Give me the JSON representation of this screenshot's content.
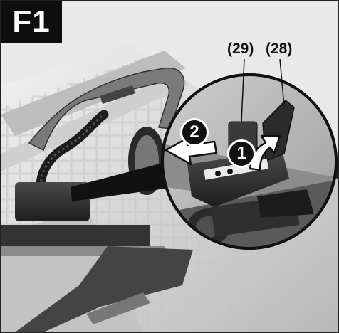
{
  "figure": {
    "label": "F1",
    "callouts": [
      "(29)",
      "(28)"
    ],
    "steps": [
      "1",
      "2"
    ]
  },
  "colors": {
    "tag_bg": "#0e0e0e",
    "metal_light": "#d9d9d9",
    "metal_mid": "#9a9a9a",
    "plastic_dark": "#2d2d2d",
    "arrow_fill": "#ffffff"
  }
}
